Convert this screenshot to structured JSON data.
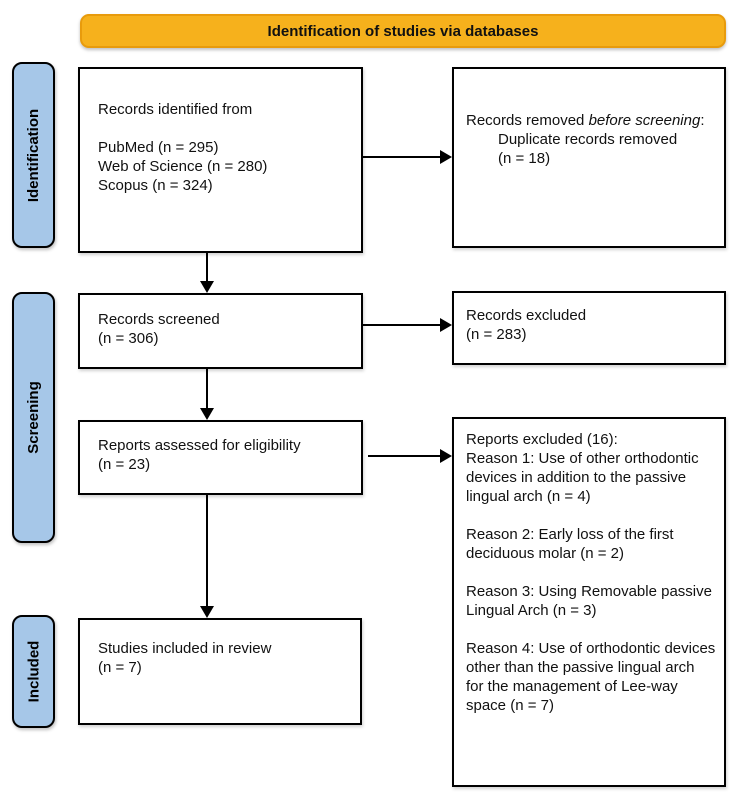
{
  "banner": {
    "label": "Identification of studies via databases"
  },
  "colors": {
    "banner_bg": "#F6B11C",
    "banner_border": "#E89B0C",
    "sidebar_bg": "#A6C7E8",
    "box_border": "#000000",
    "arrow": "#000000"
  },
  "sidebar": {
    "identification": "Identification",
    "screening": "Screening",
    "included": "Included"
  },
  "boxes": {
    "records_identified": {
      "title": "Records identified from",
      "sources": [
        "PubMed (n = 295)",
        "Web of Science (n = 280)",
        "Scopus (n = 324)"
      ]
    },
    "records_removed": {
      "prefix": "Records removed ",
      "italic": "before screening",
      "suffix": ":",
      "detail_line1": "Duplicate records removed",
      "detail_line2": "(n = 18)"
    },
    "records_screened": {
      "line1": "Records screened",
      "line2": "(n = 306)"
    },
    "records_excluded": {
      "line1": "Records excluded",
      "line2": "(n = 283)"
    },
    "reports_assessed": {
      "line1": "Reports assessed for eligibility",
      "line2": "(n = 23)"
    },
    "reports_excluded": {
      "title": "Reports excluded (16):",
      "reasons": [
        "Reason 1: Use of other orthodontic devices in addition to the passive lingual arch (n = 4)",
        "Reason 2: Early loss of the first deciduous molar (n = 2)",
        "Reason 3: Using Removable passive Lingual Arch (n = 3)",
        "Reason 4: Use of orthodontic devices other than the passive lingual arch for the management of Lee-way space (n = 7)"
      ]
    },
    "studies_included": {
      "line1": "Studies included in review",
      "line2": "(n = 7)"
    }
  }
}
